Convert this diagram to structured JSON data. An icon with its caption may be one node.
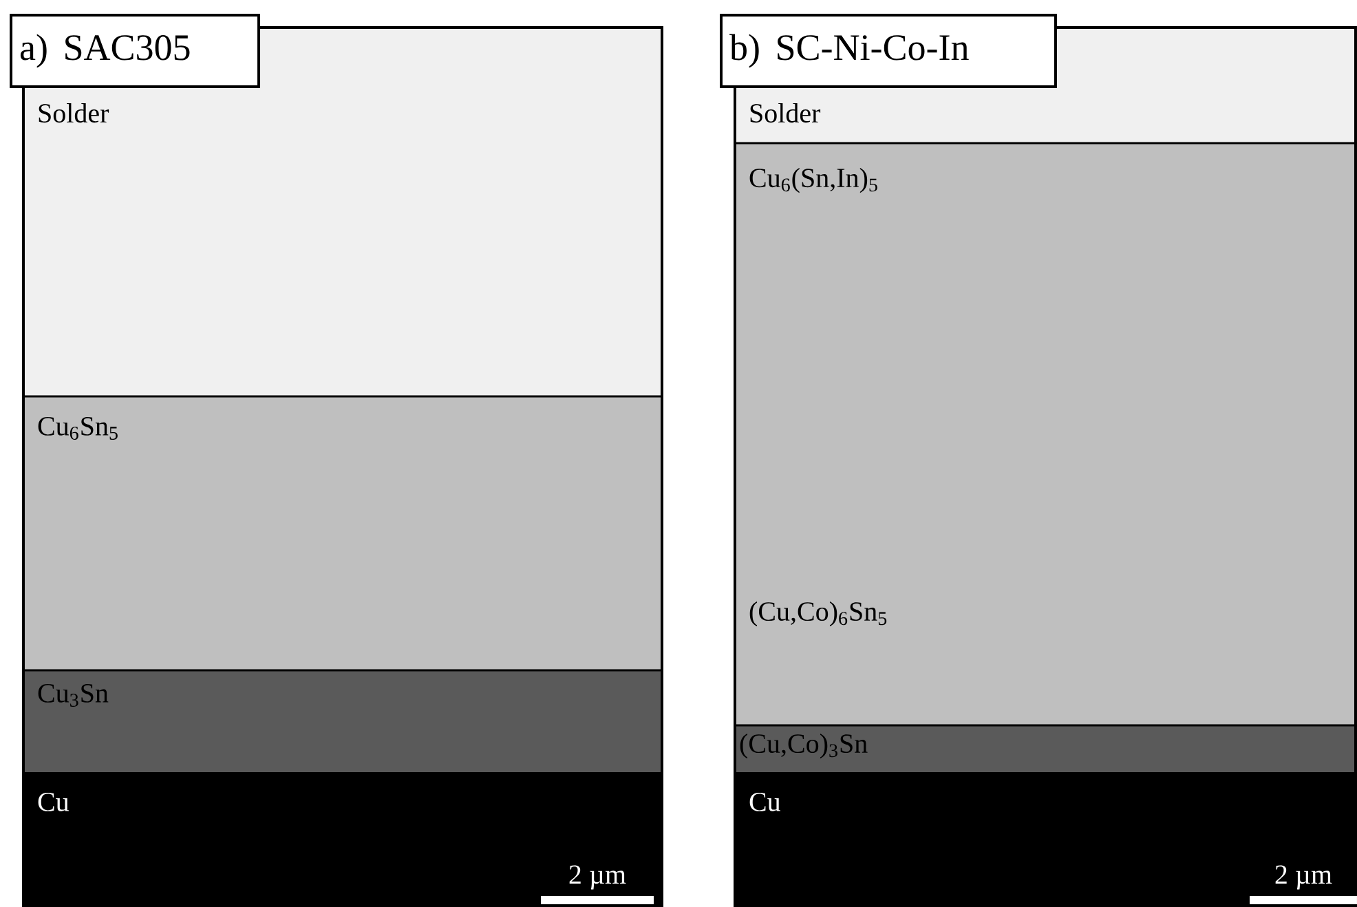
{
  "diagram": {
    "nodes": [
      {
        "text": [
          "a) SAC305"
        ]
      },
      {
        "text": [
          "Solder"
        ]
      },
      {
        "text": [
          "Cu$_{6}$Sn$_{5}$"
        ]
      },
      {
        "text": [
          "Cu$_{3}$Sn"
        ]
      },
      {
        "text": [
          "Cu"
        ]
      },
      {
        "text": [
          "b) SC-Ni-Co-In"
        ]
      },
      {
        "text": [
          "Solder"
        ]
      },
      {
        "text": [
          "Cu$_{6}$(Sn,In)$_{5}$",
          "(Cu,Co)$_{6}$Sn$_{5}$"
        ]
      },
      {
        "text": [
          "(Cu,Co)$_{3}$Sn"
        ]
      },
      {
        "text": [
          "Cu"
        ]
      }
    ],
    "labels": [
      "2 µm",
      "2 µm"
    ]
  }
}
